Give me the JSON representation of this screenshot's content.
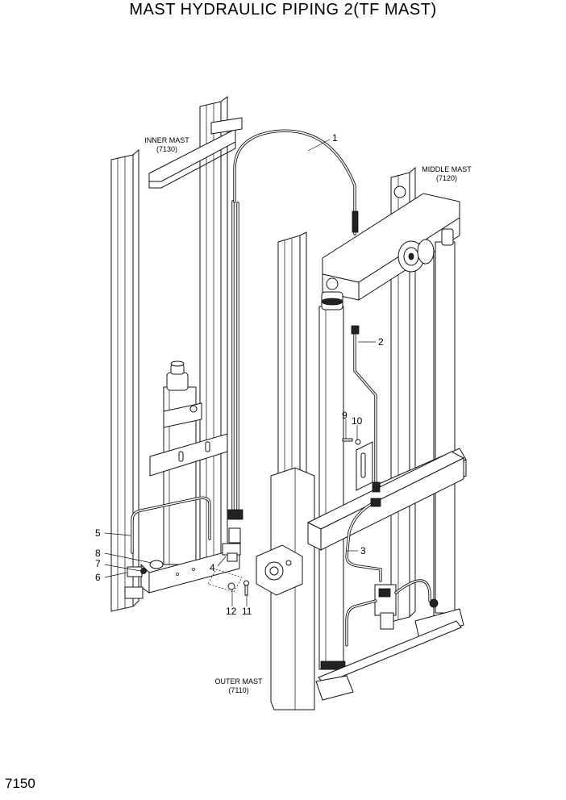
{
  "title": "MAST HYDRAULIC PIPING 2(TF MAST)",
  "page_number": "7150",
  "assemblies": {
    "inner_mast": {
      "name": "INNER MAST",
      "code": "(7130)"
    },
    "middle_mast": {
      "name": "MIDDLE MAST",
      "code": "(7120)"
    },
    "outer_mast": {
      "name": "OUTER MAST",
      "code": "(7110)"
    }
  },
  "callouts": [
    "1",
    "2",
    "3",
    "4",
    "5",
    "6",
    "7",
    "8",
    "9",
    "10",
    "11",
    "12"
  ]
}
